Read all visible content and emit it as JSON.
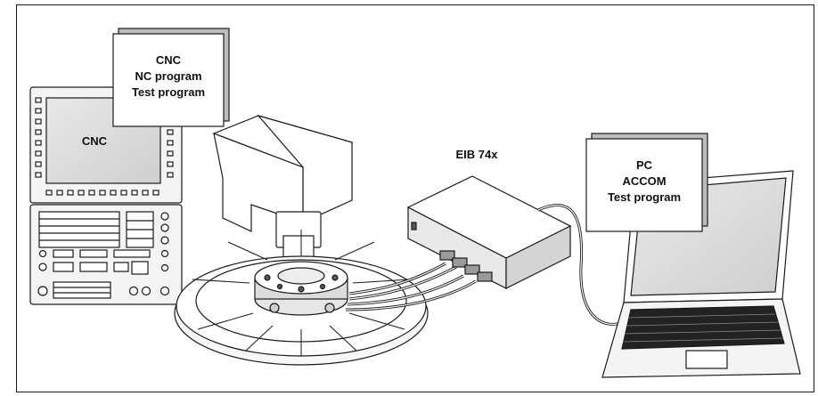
{
  "cnc_note": {
    "lines": [
      "CNC",
      "NC program",
      "Test program"
    ]
  },
  "cnc_screen": {
    "label": "CNC"
  },
  "device": {
    "label": "EIB 74x"
  },
  "pc_note": {
    "lines": [
      "PC",
      "ACCOM",
      "Test program"
    ]
  },
  "colors": {
    "stroke": "#1a1a1a",
    "panel": "#f2f2f2",
    "screen_cnc": "#e6e6e6",
    "screen_pc": "#dcdcdc"
  }
}
